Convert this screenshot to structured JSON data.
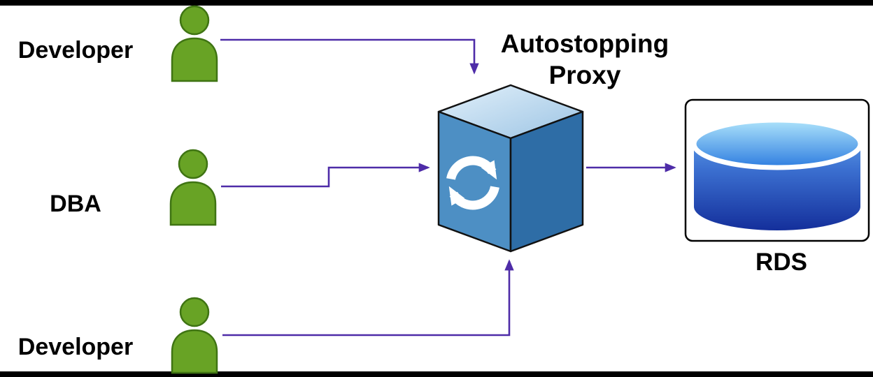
{
  "diagram": {
    "actors": [
      {
        "id": "developer-top",
        "label": "Developer"
      },
      {
        "id": "dba",
        "label": "DBA"
      },
      {
        "id": "developer-bottom",
        "label": "Developer"
      }
    ],
    "proxy": {
      "label_line1": "Autostopping",
      "label_line2": "Proxy"
    },
    "database": {
      "label": "RDS"
    },
    "connections": [
      {
        "from": "developer-top",
        "to": "autostopping-proxy"
      },
      {
        "from": "dba",
        "to": "autostopping-proxy"
      },
      {
        "from": "developer-bottom",
        "to": "autostopping-proxy"
      },
      {
        "from": "autostopping-proxy",
        "to": "rds"
      }
    ]
  },
  "colors": {
    "person_fill": "#68a325",
    "person_stroke": "#3f7413",
    "arrow": "#4e2ca8",
    "cube_outline": "#111111",
    "cube_left": "#4d8fc4",
    "cube_right": "#2e6da6",
    "sync_icon": "#ffffff",
    "box_stroke": "#000000",
    "text": "#000000"
  }
}
